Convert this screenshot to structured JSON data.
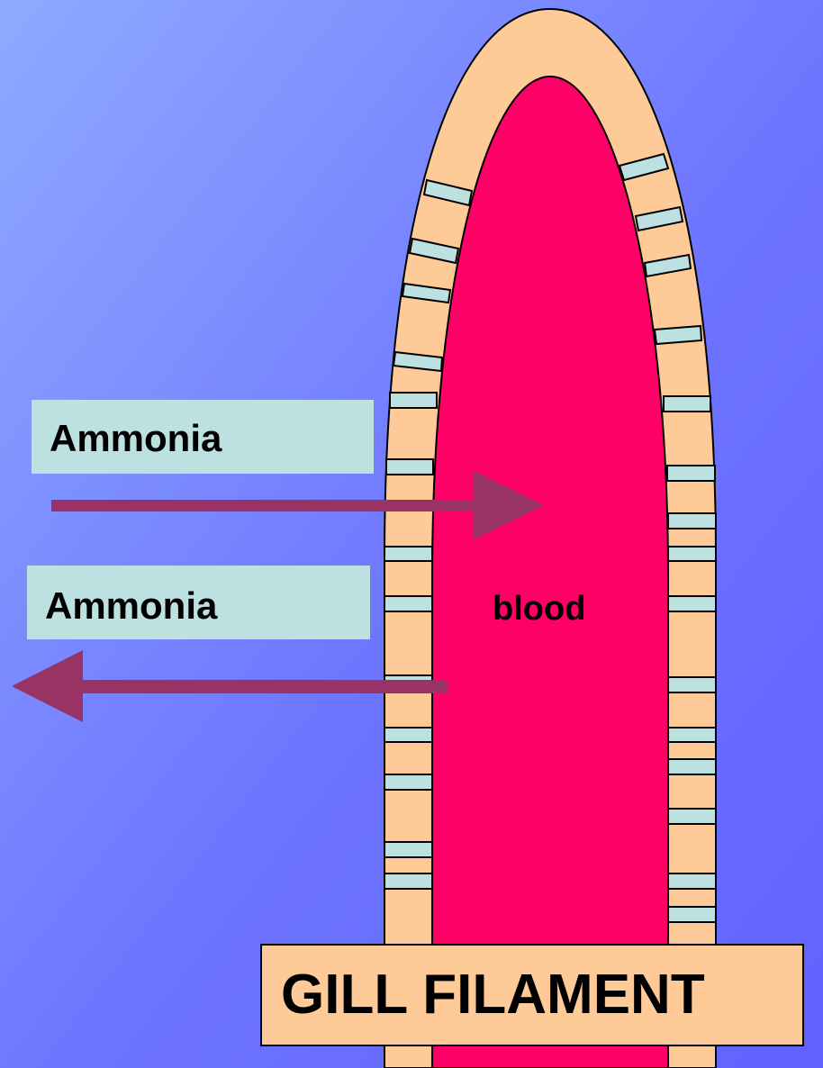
{
  "labels": {
    "ammonia_in": "Ammonia",
    "ammonia_out": "Ammonia",
    "blood": "blood",
    "title": "GILL FILAMENT"
  },
  "colors": {
    "background_light": "#8eaaff",
    "background_dark": "#6767ff",
    "epithelium": "#fecb98",
    "blood": "#ff0066",
    "channel": "#bde0e0",
    "arrow": "#993366"
  },
  "arrows": [
    {
      "label": "Ammonia",
      "direction": "right"
    },
    {
      "label": "Ammonia",
      "direction": "left"
    }
  ]
}
